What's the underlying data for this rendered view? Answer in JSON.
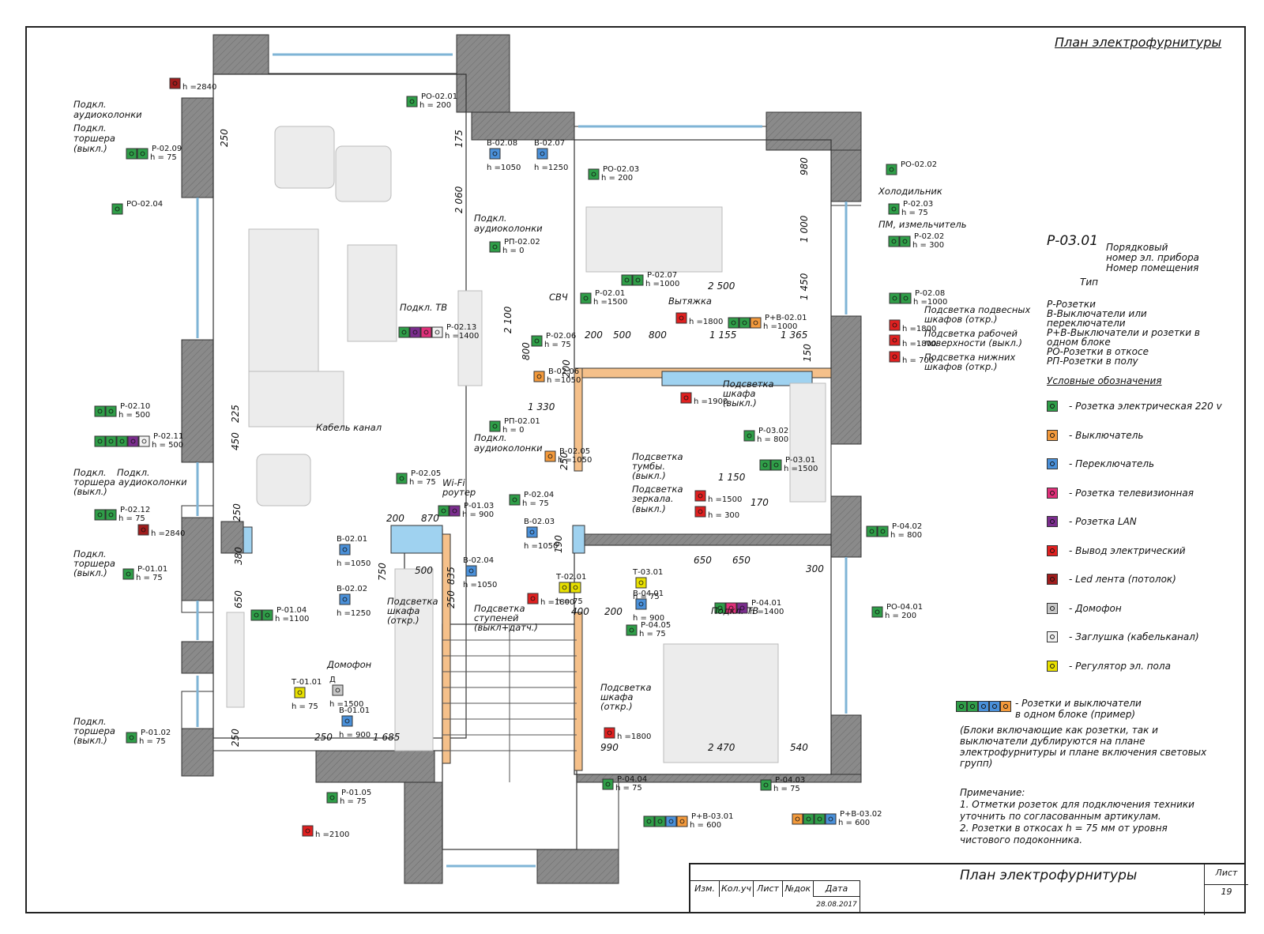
{
  "sheet": {
    "title_top": "План электрофурнитуры",
    "stamp_title": "План электрофурнитуры",
    "stamp_headers": [
      "Изм.",
      "Кол.уч",
      "Лист",
      "№док",
      "Дата"
    ],
    "stamp_date": "28.08.2017",
    "sheet_label": "Лист",
    "sheet_number": "19"
  },
  "legend": {
    "code": "Р-03.01",
    "code_parts": [
      "Порядковый",
      "номер эл. прибора",
      "Номер помещения",
      "Тип"
    ],
    "types": [
      "Р-Розетки",
      "В-Выключатели или",
      "переключатели",
      "Р+В-Выключатели и розетки в",
      "одном блоке",
      "РО-Розетки в откосе",
      "РП-Розетки в полу"
    ],
    "heading": "Условные обозначения",
    "items": [
      {
        "label": "- Розетка электрическая 220 v",
        "color": "#2f9e48"
      },
      {
        "label": "- Выключатель",
        "color": "#f39a3c"
      },
      {
        "label": "- Переключатель",
        "color": "#4a90d9"
      },
      {
        "label": "- Розетка телевизионная",
        "color": "#e0307a"
      },
      {
        "label": "- Розетка LAN",
        "color": "#7b2d8e"
      },
      {
        "label": "- Вывод электрический",
        "color": "#e02020"
      },
      {
        "label": "- Led лента (потолок)",
        "color": "#a01c1c"
      },
      {
        "label": "- Домофон",
        "color": "#c8c8c8"
      },
      {
        "label": "- Заглушка (кабельканал)",
        "color": "#f2f2f2"
      },
      {
        "label": "- Регулятор эл. пола",
        "color": "#e8e000"
      }
    ],
    "block_example": [
      "- Розетки и выключатели",
      "в одном блоке (пример)"
    ],
    "block_note": [
      "(Блоки включающие как розетки, так и",
      "выключатели дублируются на плане",
      "электрофурнитуры и плане включения световых",
      "групп)"
    ],
    "remark": [
      "Примечание:",
      "1. Отметки розеток для подключения техники",
      "уточнить по согласованным артикулам.",
      "2. Розетки в откосах h = 75 мм от уровня",
      "чистового подоконника."
    ]
  },
  "plan": {
    "devices": [
      {
        "code": "",
        "h": "h =2840"
      },
      {
        "code": "РО-02.01",
        "h": "h = 200"
      },
      {
        "code": "Р-02.09",
        "h": "h = 75"
      },
      {
        "code": "РО-02.04",
        "h": ""
      },
      {
        "code": "В-02.08",
        "h": "h =1050"
      },
      {
        "code": "В-02.07",
        "h": "h =1250"
      },
      {
        "code": "РО-02.03",
        "h": "h = 200"
      },
      {
        "code": "РО-02.02",
        "h": ""
      },
      {
        "code": "Р-02.03",
        "h": "h = 75"
      },
      {
        "code": "Р-02.02",
        "h": "h = 300"
      },
      {
        "code": "РП-02.02",
        "h": "h = 0"
      },
      {
        "code": "Р-02.07",
        "h": "h =1000"
      },
      {
        "code": "Р-02.01",
        "h": "h =1500"
      },
      {
        "code": "Р-02.08",
        "h": "h =1000"
      },
      {
        "code": "",
        "h": "h =1800"
      },
      {
        "code": "Р+В-02.01",
        "h": "h =1000"
      },
      {
        "code": "Р-02.13",
        "h": "h =1400"
      },
      {
        "code": "Р-02.06",
        "h": "h = 75"
      },
      {
        "code": "В-02.06",
        "h": "h =1050"
      },
      {
        "code": "",
        "h": "h =1800"
      },
      {
        "code": "",
        "h": "h =1800"
      },
      {
        "code": "",
        "h": "h = 700"
      },
      {
        "code": "",
        "h": "h =1900"
      },
      {
        "code": "Р-02.10",
        "h": "h = 500"
      },
      {
        "code": "Р-02.11",
        "h": "h = 500"
      },
      {
        "code": "РП-02.01",
        "h": "h = 0"
      },
      {
        "code": "В-02.05",
        "h": "h =1050"
      },
      {
        "code": "Р-03.02",
        "h": "h = 800"
      },
      {
        "code": "Р-03.01",
        "h": "h =1500"
      },
      {
        "code": "Р-02.05",
        "h": "h = 75"
      },
      {
        "code": "Р-01.03",
        "h": "h = 900"
      },
      {
        "code": "Р-02.04",
        "h": "h = 75"
      },
      {
        "code": "",
        "h": "h =1500"
      },
      {
        "code": "",
        "h": "h = 300"
      },
      {
        "code": "Р-02.12",
        "h": "h = 75"
      },
      {
        "code": "",
        "h": "h =2840"
      },
      {
        "code": "В-02.01",
        "h": "h =1050"
      },
      {
        "code": "В-02.03",
        "h": "h =1050"
      },
      {
        "code": "Р-04.02",
        "h": "h = 800"
      },
      {
        "code": "В-02.04",
        "h": "h =1050"
      },
      {
        "code": "Р-01.01",
        "h": "h = 75"
      },
      {
        "code": "В-02.02",
        "h": "h =1250"
      },
      {
        "code": "Т-03.01",
        "h": "h = 75"
      },
      {
        "code": "Т-02.01",
        "h": "h = 75"
      },
      {
        "code": "",
        "h": "h =1800"
      },
      {
        "code": "В-04.01",
        "h": "h = 900"
      },
      {
        "code": "Р-01.04",
        "h": "h =1100"
      },
      {
        "code": "Р-04.01",
        "h": "h =1400"
      },
      {
        "code": "РО-04.01",
        "h": "h = 200"
      },
      {
        "code": "Р-04.05",
        "h": "h = 75"
      },
      {
        "code": "Т-01.01",
        "h": "h = 75"
      },
      {
        "code": "Д",
        "h": "h =1500"
      },
      {
        "code": "В-01.01",
        "h": "h = 900"
      },
      {
        "code": "Р-01.02",
        "h": "h = 75"
      },
      {
        "code": "",
        "h": "h =1800"
      },
      {
        "code": "Р-04.04",
        "h": "h = 75"
      },
      {
        "code": "Р-04.03",
        "h": "h = 75"
      },
      {
        "code": "Р-01.05",
        "h": "h = 75"
      },
      {
        "code": "Р+В-03.01",
        "h": "h = 600"
      },
      {
        "code": "Р+В-03.02",
        "h": "h = 600"
      },
      {
        "code": "",
        "h": "h =2100"
      }
    ],
    "notes": [
      "Подкл.",
      "аудиоколонки",
      "Подкл.",
      "торшера",
      "(выкл.)",
      "Подкл.",
      "аудиоколонки",
      "Холодильник",
      "ПМ, измельчитель",
      "СВЧ",
      "Вытяжка",
      "Подкл. ТВ",
      "Подсветка подвесных",
      "шкафов (откр.)",
      "Подсветка рабочей",
      "поверхности (выкл.)",
      "Подсветка нижних",
      "шкафов (откр.)",
      "Подсветка",
      "шкафа",
      "(выкл.)",
      "Кабель канал",
      "Подкл.",
      "аудиоколонки",
      "Подсветка",
      "тумбы.",
      "(выкл.)",
      "Подсветка",
      "зеркала.",
      "(выкл.)",
      "Подкл.",
      "торшера",
      "(выкл.)",
      "Подкл.",
      "аудиоколонки",
      "Wi-Fi",
      "роутер",
      "Подкл.",
      "торшера",
      "(выкл.)",
      "Подсветка",
      "шкафа",
      "(откр.)",
      "Подсветка",
      "ступеней",
      "(выкл+датч.)",
      "Подкл. ТВ",
      "Домофон",
      "Подсветка",
      "шкафа",
      "(откр.)",
      "Подкл.",
      "торшера",
      "(выкл.)"
    ],
    "dims": [
      "250",
      "175",
      "2 060",
      "980",
      "1 000",
      "1 450",
      "2 500",
      "2 100",
      "200",
      "500",
      "800",
      "1 155",
      "1 365",
      "150",
      "800",
      "200",
      "1 330",
      "225",
      "450",
      "250",
      "1 150",
      "170",
      "200",
      "870",
      "190",
      "650",
      "650",
      "250",
      "380",
      "750",
      "500",
      "835",
      "250",
      "400",
      "200",
      "300",
      "650",
      "990",
      "2 470",
      "540",
      "250",
      "1 685",
      "250"
    ]
  }
}
